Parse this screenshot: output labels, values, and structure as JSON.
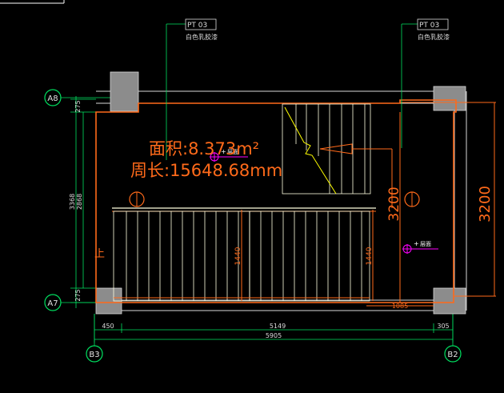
{
  "colors": {
    "background": "#000000",
    "wall": "#d8d8d8",
    "column": "#8c8c8c",
    "orange": "#ff6a1a",
    "stairs": "#ffffe0",
    "green": "#00e060",
    "dim_text": "#dcdcdc",
    "magenta": "#ff00ff",
    "yellow": "#ffff00",
    "axis": "#e0e0e0",
    "leader": "#7a7a7a"
  },
  "callouts": [
    {
      "code": "PT 03",
      "text": "白色乳胶漆"
    },
    {
      "code": "PT 03",
      "text": "白色乳胶漆"
    }
  ],
  "area_label": {
    "area": "面积:8.373m²",
    "perimeter": "周长:15648.68mm"
  },
  "markers": [
    {
      "prefix": "+",
      "text": "层面"
    },
    {
      "prefix": "+",
      "text": "层面"
    }
  ],
  "stair_label": "上",
  "dimensions": {
    "left_outer": {
      "top": "275",
      "middle": "3368",
      "bottom": "275"
    },
    "left_inner": "2868",
    "flight_lengths": [
      "1440",
      "1440"
    ],
    "right_width": "3200",
    "right_width_inner": "3200",
    "landing": "1085",
    "bottom_segments": [
      "450",
      "5149",
      "305"
    ],
    "bottom_total": "5905"
  },
  "axes": {
    "top_left": "A8",
    "bottom_left": "A7",
    "bottom_left_x": "B3",
    "bottom_right_x": "B2"
  }
}
